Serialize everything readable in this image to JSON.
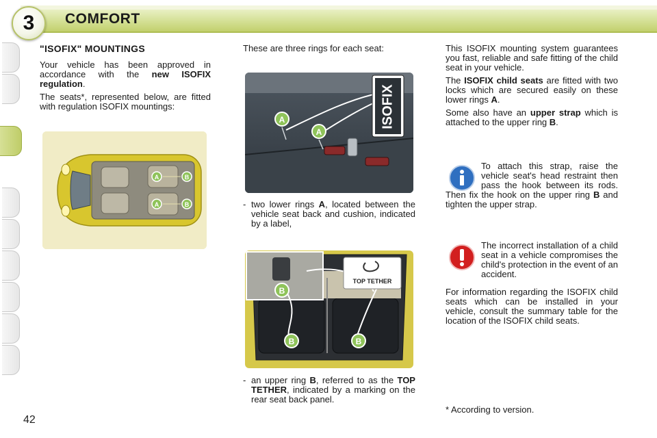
{
  "header": {
    "chapter_number": "3",
    "title": "COMFORT"
  },
  "page_number": "42",
  "left_column": {
    "heading": "\"ISOFIX\" MOUNTINGS",
    "p1_a": "Your vehicle has been approved in accordance with the ",
    "p1_b": "new ISOFIX regulation",
    "p1_c": ".",
    "p2": "The seats*, represented below, are fitted with regulation ISOFIX mountings:"
  },
  "middle_column": {
    "intro": "These are three rings for each seat:",
    "bullet1_a": "two lower rings ",
    "bullet1_b": "A",
    "bullet1_c": ", located between the vehicle seat back and cushion, indicated by a label,",
    "bullet2_a": "an upper ring ",
    "bullet2_b": "B",
    "bullet2_c": ", referred to as the ",
    "bullet2_d": "TOP TETHER",
    "bullet2_e": ", indicated by a marking on the rear seat back panel.",
    "dash": "-"
  },
  "right_column": {
    "p1": "This ISOFIX mounting system guarantees you fast, reliable and safe fitting of the child seat in your vehicle.",
    "p2_a": "The ",
    "p2_b": "ISOFIX child seats",
    "p2_c": " are fitted with two locks which are secured easily on these lower rings ",
    "p2_d": "A",
    "p2_e": ".",
    "p3_a": "Some also have an ",
    "p3_b": "upper strap",
    "p3_c": " which is attached to the upper ring ",
    "p3_d": "B",
    "p3_e": ".",
    "info_a": "To attach this strap, raise the vehicle seat's head restraint then pass the hook between its rods. Then fix the hook on the upper ring ",
    "info_b": "B",
    "info_c": " and tighten the upper strap.",
    "warning": "The incorrect installation of a child seat in a vehicle compromises the child's protection in the event of an accident.",
    "p4": "For information regarding the ISOFIX child seats which can be installed in your vehicle, consult the summary table for the location of the ISOFIX child seats.",
    "footnote": "*  According to version."
  },
  "figure_labels": {
    "ring_a": "A",
    "ring_b": "B",
    "isofix_label": "ISOFIX",
    "top_tether_label": "TOP TETHER"
  },
  "icons": {
    "info": "info-icon",
    "warning": "warning-icon"
  },
  "colors": {
    "accent_green": "#c2d06d",
    "ring_badge_green": "#8fc35a",
    "info_blue": "#2f6fc0",
    "warning_red": "#d21f1f"
  }
}
